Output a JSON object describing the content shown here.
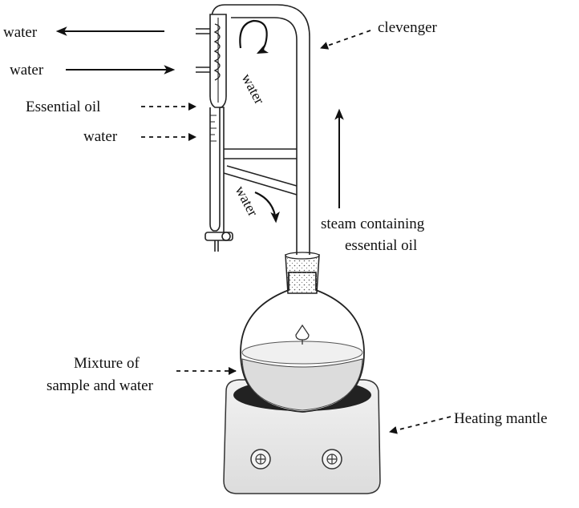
{
  "labels": {
    "water_out": "water",
    "water_in": "water",
    "essential_oil": "Essential oil",
    "water_layer": "water",
    "clevenger": "clevenger",
    "water_flow_top": "water",
    "water_flow_mid": "water",
    "steam_line1": "steam containing",
    "steam_line2": "essential oil",
    "mixture_line1": "Mixture of",
    "mixture_line2": "sample and water",
    "heating_mantle": "Heating mantle"
  },
  "colors": {
    "ink": "#111111",
    "glass": "#ffffff",
    "mantle": "#e6e6e6",
    "liquid": "#d9d9d9"
  }
}
